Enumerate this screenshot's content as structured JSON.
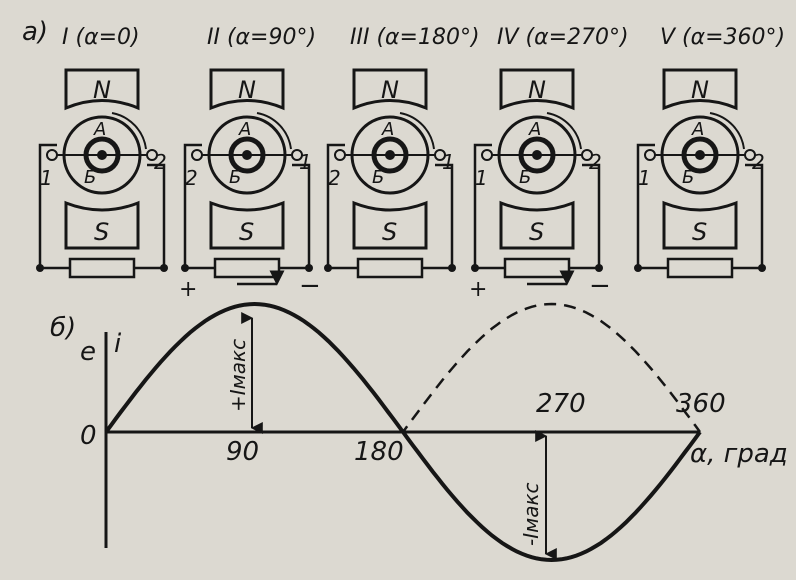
{
  "part_labels": {
    "a": "а)",
    "b": "б)"
  },
  "positions": [
    {
      "title": "I (α=0)",
      "left_brush": "1",
      "right_brush": "2",
      "left_pole": "",
      "right_pole": "",
      "top_seg": "А",
      "bottom_seg": "Б"
    },
    {
      "title": "II (α=90°)",
      "left_brush": "2",
      "right_brush": "1",
      "left_pole": "+",
      "right_pole": "−",
      "top_seg": "А",
      "bottom_seg": "Б"
    },
    {
      "title": "III (α=180°)",
      "left_brush": "2",
      "right_brush": "1",
      "left_pole": "",
      "right_pole": "",
      "top_seg": "А",
      "bottom_seg": "Б"
    },
    {
      "title": "IV (α=270°)",
      "left_brush": "1",
      "right_brush": "2",
      "left_pole": "+",
      "right_pole": "−",
      "top_seg": "А",
      "bottom_seg": "Б"
    },
    {
      "title": "V (α=360°)",
      "left_brush": "1",
      "right_brush": "2",
      "left_pole": "",
      "right_pole": "",
      "top_seg": "А",
      "bottom_seg": "Б"
    }
  ],
  "magnet": {
    "north": "N",
    "south": "S"
  },
  "graph": {
    "axis_label_e": "e",
    "axis_label_i": "i",
    "x_axis_label": "α, град",
    "origin_label": "0",
    "ticks": [
      "90",
      "180",
      "270",
      "360"
    ],
    "imax_pos": "+Iмакс",
    "imax_neg": "-Iмакс"
  },
  "chart_data": {
    "type": "line",
    "x": [
      0,
      30,
      60,
      90,
      120,
      150,
      180,
      210,
      240,
      270,
      300,
      330,
      360
    ],
    "series": [
      {
        "values": [
          0,
          0.5,
          0.87,
          1,
          0.87,
          0.5,
          0,
          -0.5,
          -0.87,
          -1,
          -0.87,
          -0.5,
          0
        ]
      },
      {
        "values": [
          0,
          0.5,
          0.87,
          1,
          0.87,
          0.5,
          0,
          0.5,
          0.87,
          1,
          0.87,
          0.5,
          0
        ]
      }
    ],
    "xlim": [
      0,
      360
    ],
    "ylim": [
      -1,
      1
    ]
  },
  "colors": {
    "ink": "#161616",
    "paper": "#dcd9d1"
  }
}
